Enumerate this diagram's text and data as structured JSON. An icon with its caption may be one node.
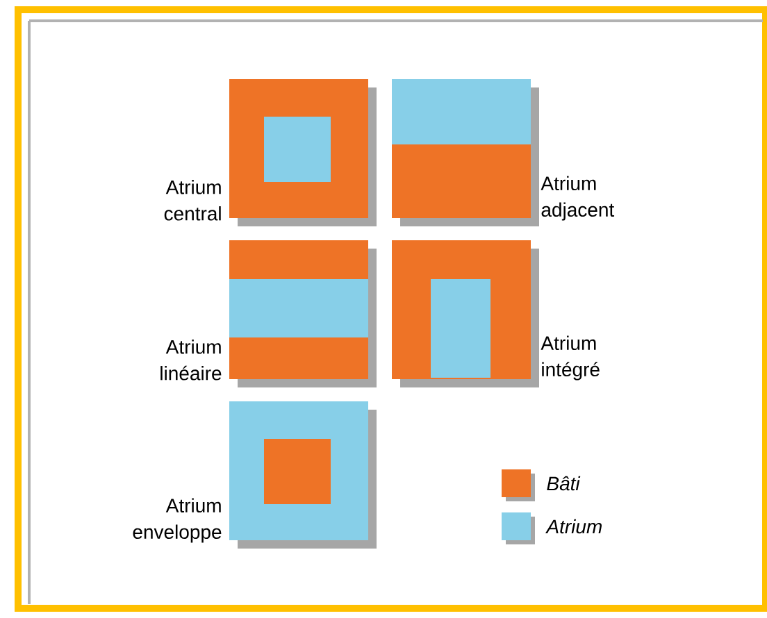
{
  "diagram": {
    "labels": [
      "Atrium central",
      "Atrium adjacent",
      "Atrium linéaire",
      "Atrium intégré",
      "Atrium enveloppe"
    ],
    "legend": [
      {
        "text": "Bâti",
        "color": "#ee7326"
      },
      {
        "text": "Atrium",
        "color": "#87cfe8"
      }
    ]
  }
}
